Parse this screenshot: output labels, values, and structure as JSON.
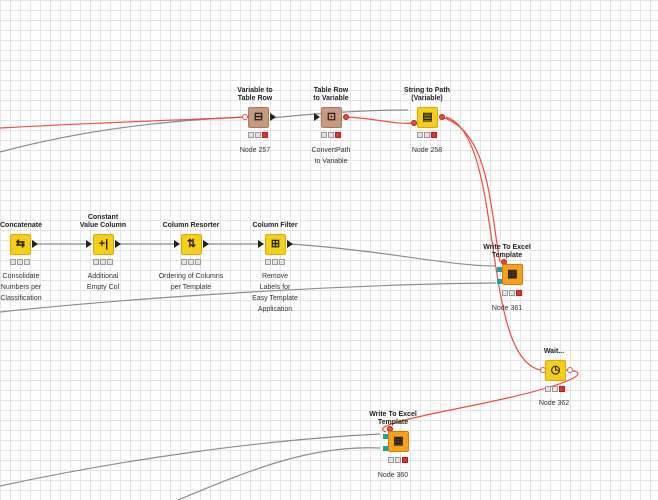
{
  "canvas": {
    "grid_color": "#e4e4e4",
    "connection_color": "#8c8c8c",
    "flow_variable_color": "#ef4a3b"
  },
  "nodes": [
    {
      "id": "concatenate",
      "title": "Concatenate",
      "label": "Consolidate\nNumbers per\nClassification",
      "color": "#f7cf1b",
      "icon": "concatenate-icon",
      "glyph": "⇆"
    },
    {
      "id": "constant_value_column",
      "title": "Constant\nValue Column",
      "label": "Additional\nEmpty Col",
      "color": "#f7cf1b",
      "icon": "constant-column-icon",
      "glyph": "+|"
    },
    {
      "id": "column_resorter",
      "title": "Column Resorter",
      "label": "Ordering of Columns\nper Template",
      "color": "#f7cf1b",
      "icon": "column-resorter-icon",
      "glyph": "⇅"
    },
    {
      "id": "column_filter",
      "title": "Column Filter",
      "label": "Remove\nLabels for\nEasy Template\nApplication",
      "color": "#f7cf1b",
      "icon": "column-filter-icon",
      "glyph": "⊞"
    },
    {
      "id": "variable_to_table_row",
      "title": "Variable to\nTable Row",
      "label": "Node 257",
      "color": "#c79a80",
      "icon": "variable-to-table-row-icon",
      "glyph": "⊟"
    },
    {
      "id": "table_row_to_variable",
      "title": "Table Row\nto Variable",
      "label": "ConvertPath\nto Variable",
      "color": "#c79a80",
      "icon": "table-row-to-variable-icon",
      "glyph": "⊡"
    },
    {
      "id": "string_to_path",
      "title": "String to Path\n(Variable)",
      "label": "Node 258",
      "color": "#f7cf1b",
      "icon": "string-to-path-icon",
      "glyph": "▤"
    },
    {
      "id": "write_to_excel_361",
      "title": "Write To Excel\nTemplate",
      "label": "Node 361",
      "color": "#f7a21a",
      "icon": "excel-writer-icon",
      "glyph": "▦"
    },
    {
      "id": "wait",
      "title": "Wait...",
      "label": "Node 362",
      "color": "#f7cf1b",
      "icon": "wait-clock-icon",
      "glyph": "◷"
    },
    {
      "id": "write_to_excel_360",
      "title": "Write To Excel\nTemplate",
      "label": "Node 360",
      "color": "#f7a21a",
      "icon": "excel-writer-icon",
      "glyph": "▦"
    }
  ]
}
